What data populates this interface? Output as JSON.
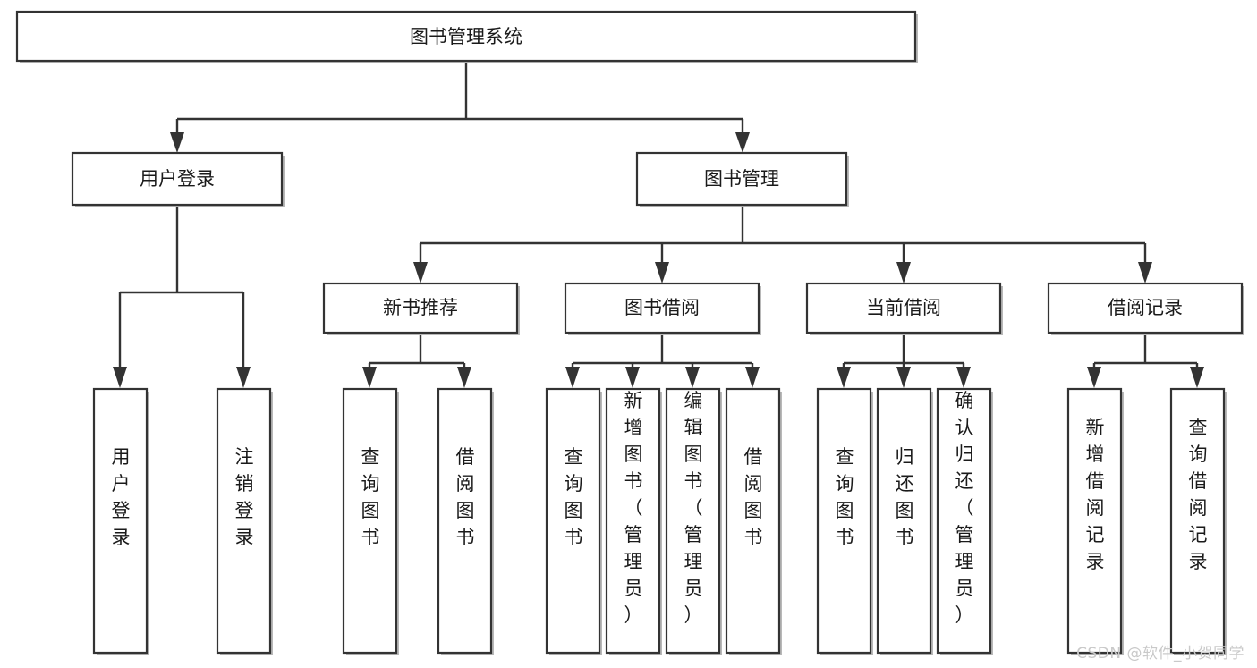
{
  "diagram": {
    "type": "tree",
    "title": "图书管理系统",
    "orientation": "top-down",
    "colors": {
      "box_stroke": "#333333",
      "box_fill": "#ffffff",
      "connector": "#333333",
      "text": "#1a1a1a",
      "watermark": "#c9c9c9",
      "background": "#ffffff"
    },
    "root": {
      "label": "图书管理系统"
    },
    "level2": [
      {
        "label": "用户登录"
      },
      {
        "label": "图书管理"
      }
    ],
    "level3": [
      {
        "label": "新书推荐"
      },
      {
        "label": "图书借阅"
      },
      {
        "label": "当前借阅"
      },
      {
        "label": "借阅记录"
      }
    ],
    "leaves": {
      "user_login": [
        {
          "label": "用户登录"
        },
        {
          "label": "注销登录"
        }
      ],
      "new_book_recommend": [
        {
          "label": "查询图书"
        },
        {
          "label": "借阅图书"
        }
      ],
      "book_borrow": [
        {
          "label": "查询图书"
        },
        {
          "label": "新增图书（管理员）"
        },
        {
          "label": "编辑图书（管理员）"
        },
        {
          "label": "借阅图书"
        }
      ],
      "current_borrow": [
        {
          "label": "查询图书"
        },
        {
          "label": "归还图书"
        },
        {
          "label": "确认归还（管理员）"
        }
      ],
      "borrow_record": [
        {
          "label": "新增借阅记录"
        },
        {
          "label": "查询借阅记录"
        }
      ]
    }
  },
  "watermark": {
    "text": "CSDN @软件_小贺同学"
  }
}
